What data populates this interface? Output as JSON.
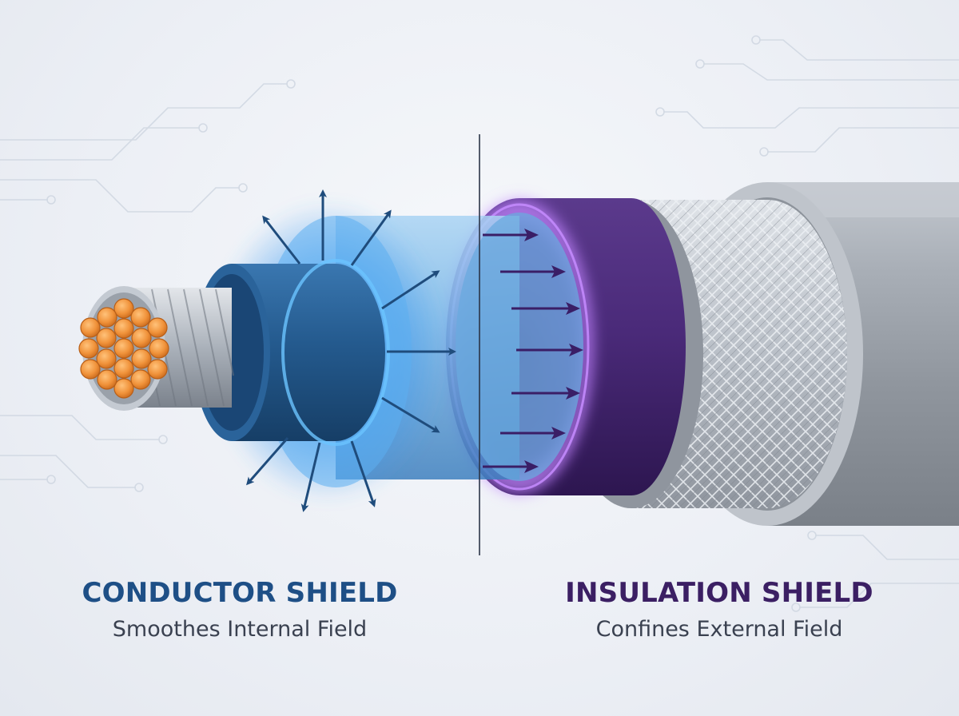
{
  "labels": {
    "conductor_shield": {
      "title": "CONDUCTOR SHIELD",
      "subtitle": "Smoothes Internal Field"
    },
    "insulation_shield": {
      "title": "INSULATION SHIELD",
      "subtitle": "Confines External Field"
    }
  },
  "colors": {
    "conductor_title": "#1e4f86",
    "insulation_title": "#3b1f63",
    "copper_strand": "#f0923a",
    "aluminum_strand": "#b8bec7",
    "conductor_shield_blue": "#245a8e",
    "field_glow_blue": "#4aa8ff",
    "insulation_blue": "#5b9fd8",
    "insulation_shield_purple": "#4a2a7a",
    "shield_glow_purple": "#b06cff",
    "braid_gray": "#c9ced6",
    "jacket_gray": "#9aa1aa",
    "arrow_blue": "#1f4c7c",
    "arrow_purple": "#3a1e66"
  }
}
